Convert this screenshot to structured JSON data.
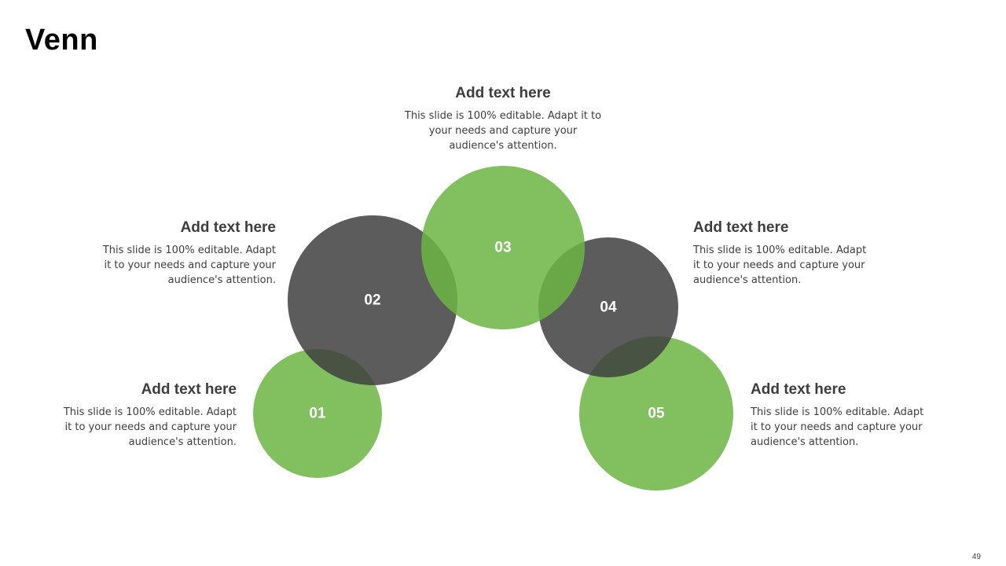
{
  "slide": {
    "title": "Venn",
    "page_number": "49"
  },
  "colors": {
    "green": "#6cb543",
    "green_opacity": 0.85,
    "dark": "#3f3f3f",
    "dark_opacity": 0.85,
    "text": "#3d3d3d"
  },
  "circles": [
    {
      "label": "01",
      "color": "green"
    },
    {
      "label": "02",
      "color": "dark"
    },
    {
      "label": "03",
      "color": "green"
    },
    {
      "label": "04",
      "color": "dark"
    },
    {
      "label": "05",
      "color": "green"
    }
  ],
  "blocks": [
    {
      "heading": "Add text here",
      "body": "This slide is 100% editable. Adapt it to your needs and capture your audience's attention."
    },
    {
      "heading": "Add text here",
      "body": "This slide is 100% editable. Adapt it to your needs and capture your audience's attention."
    },
    {
      "heading": "Add text here",
      "body": "This slide is 100% editable. Adapt it to your needs and capture your audience's attention."
    },
    {
      "heading": "Add text here",
      "body": "This slide is 100% editable. Adapt it to your needs and capture your audience's attention."
    },
    {
      "heading": "Add text here",
      "body": "This slide is 100% editable. Adapt it to your needs and capture your audience's attention."
    }
  ]
}
